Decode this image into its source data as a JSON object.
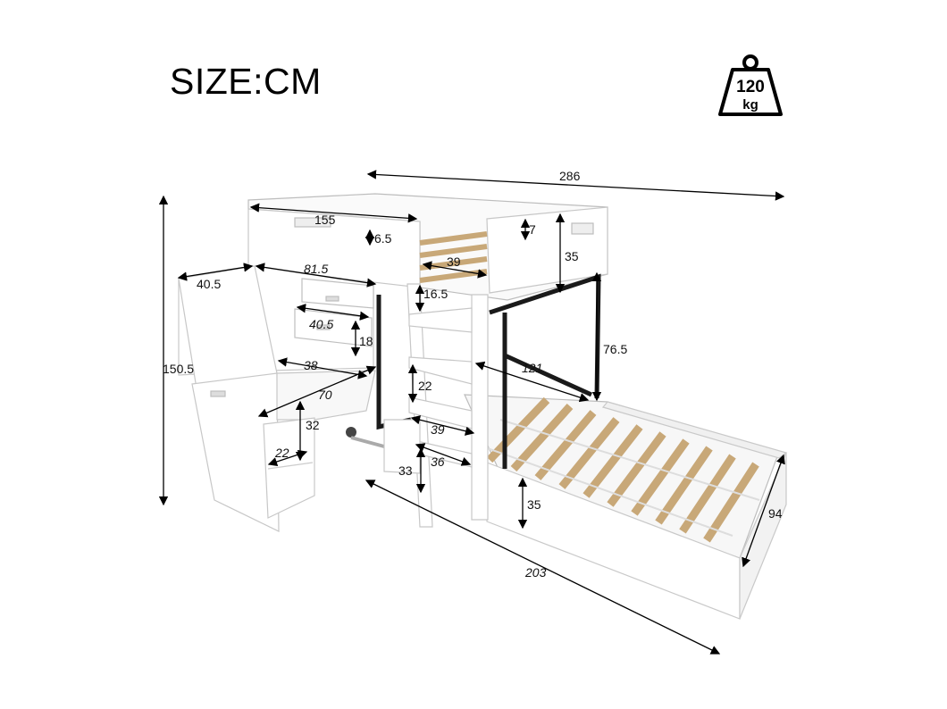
{
  "title": "SIZE:CM",
  "weight_badge": {
    "value": "120",
    "unit": "kg",
    "icon": "weight-icon"
  },
  "dimensions": {
    "overall_length": "286",
    "overall_height": "150.5",
    "upper_length": "155",
    "rail_height_left": "6.5",
    "rail_height_right": "7",
    "side_rail_height": "35",
    "slat_gap": "39",
    "desk_top_length": "81.5",
    "cabinet_depth": "40.5",
    "drawer_width": "40.5",
    "drawer_height": "18",
    "ladder_top": "16.5",
    "ladder_step_spacing": "22",
    "ladder_width": "39",
    "ladder_depth": "36",
    "ladder_bottom": "33",
    "under_bed_height": "76.5",
    "frame_width": "121",
    "desk_shelf_depth": "38",
    "desk_length": "70",
    "desk_height": "32",
    "desk_lower_depth": "22",
    "lower_rail_height": "35",
    "lower_bed_width": "94",
    "lower_bed_length": "203"
  }
}
